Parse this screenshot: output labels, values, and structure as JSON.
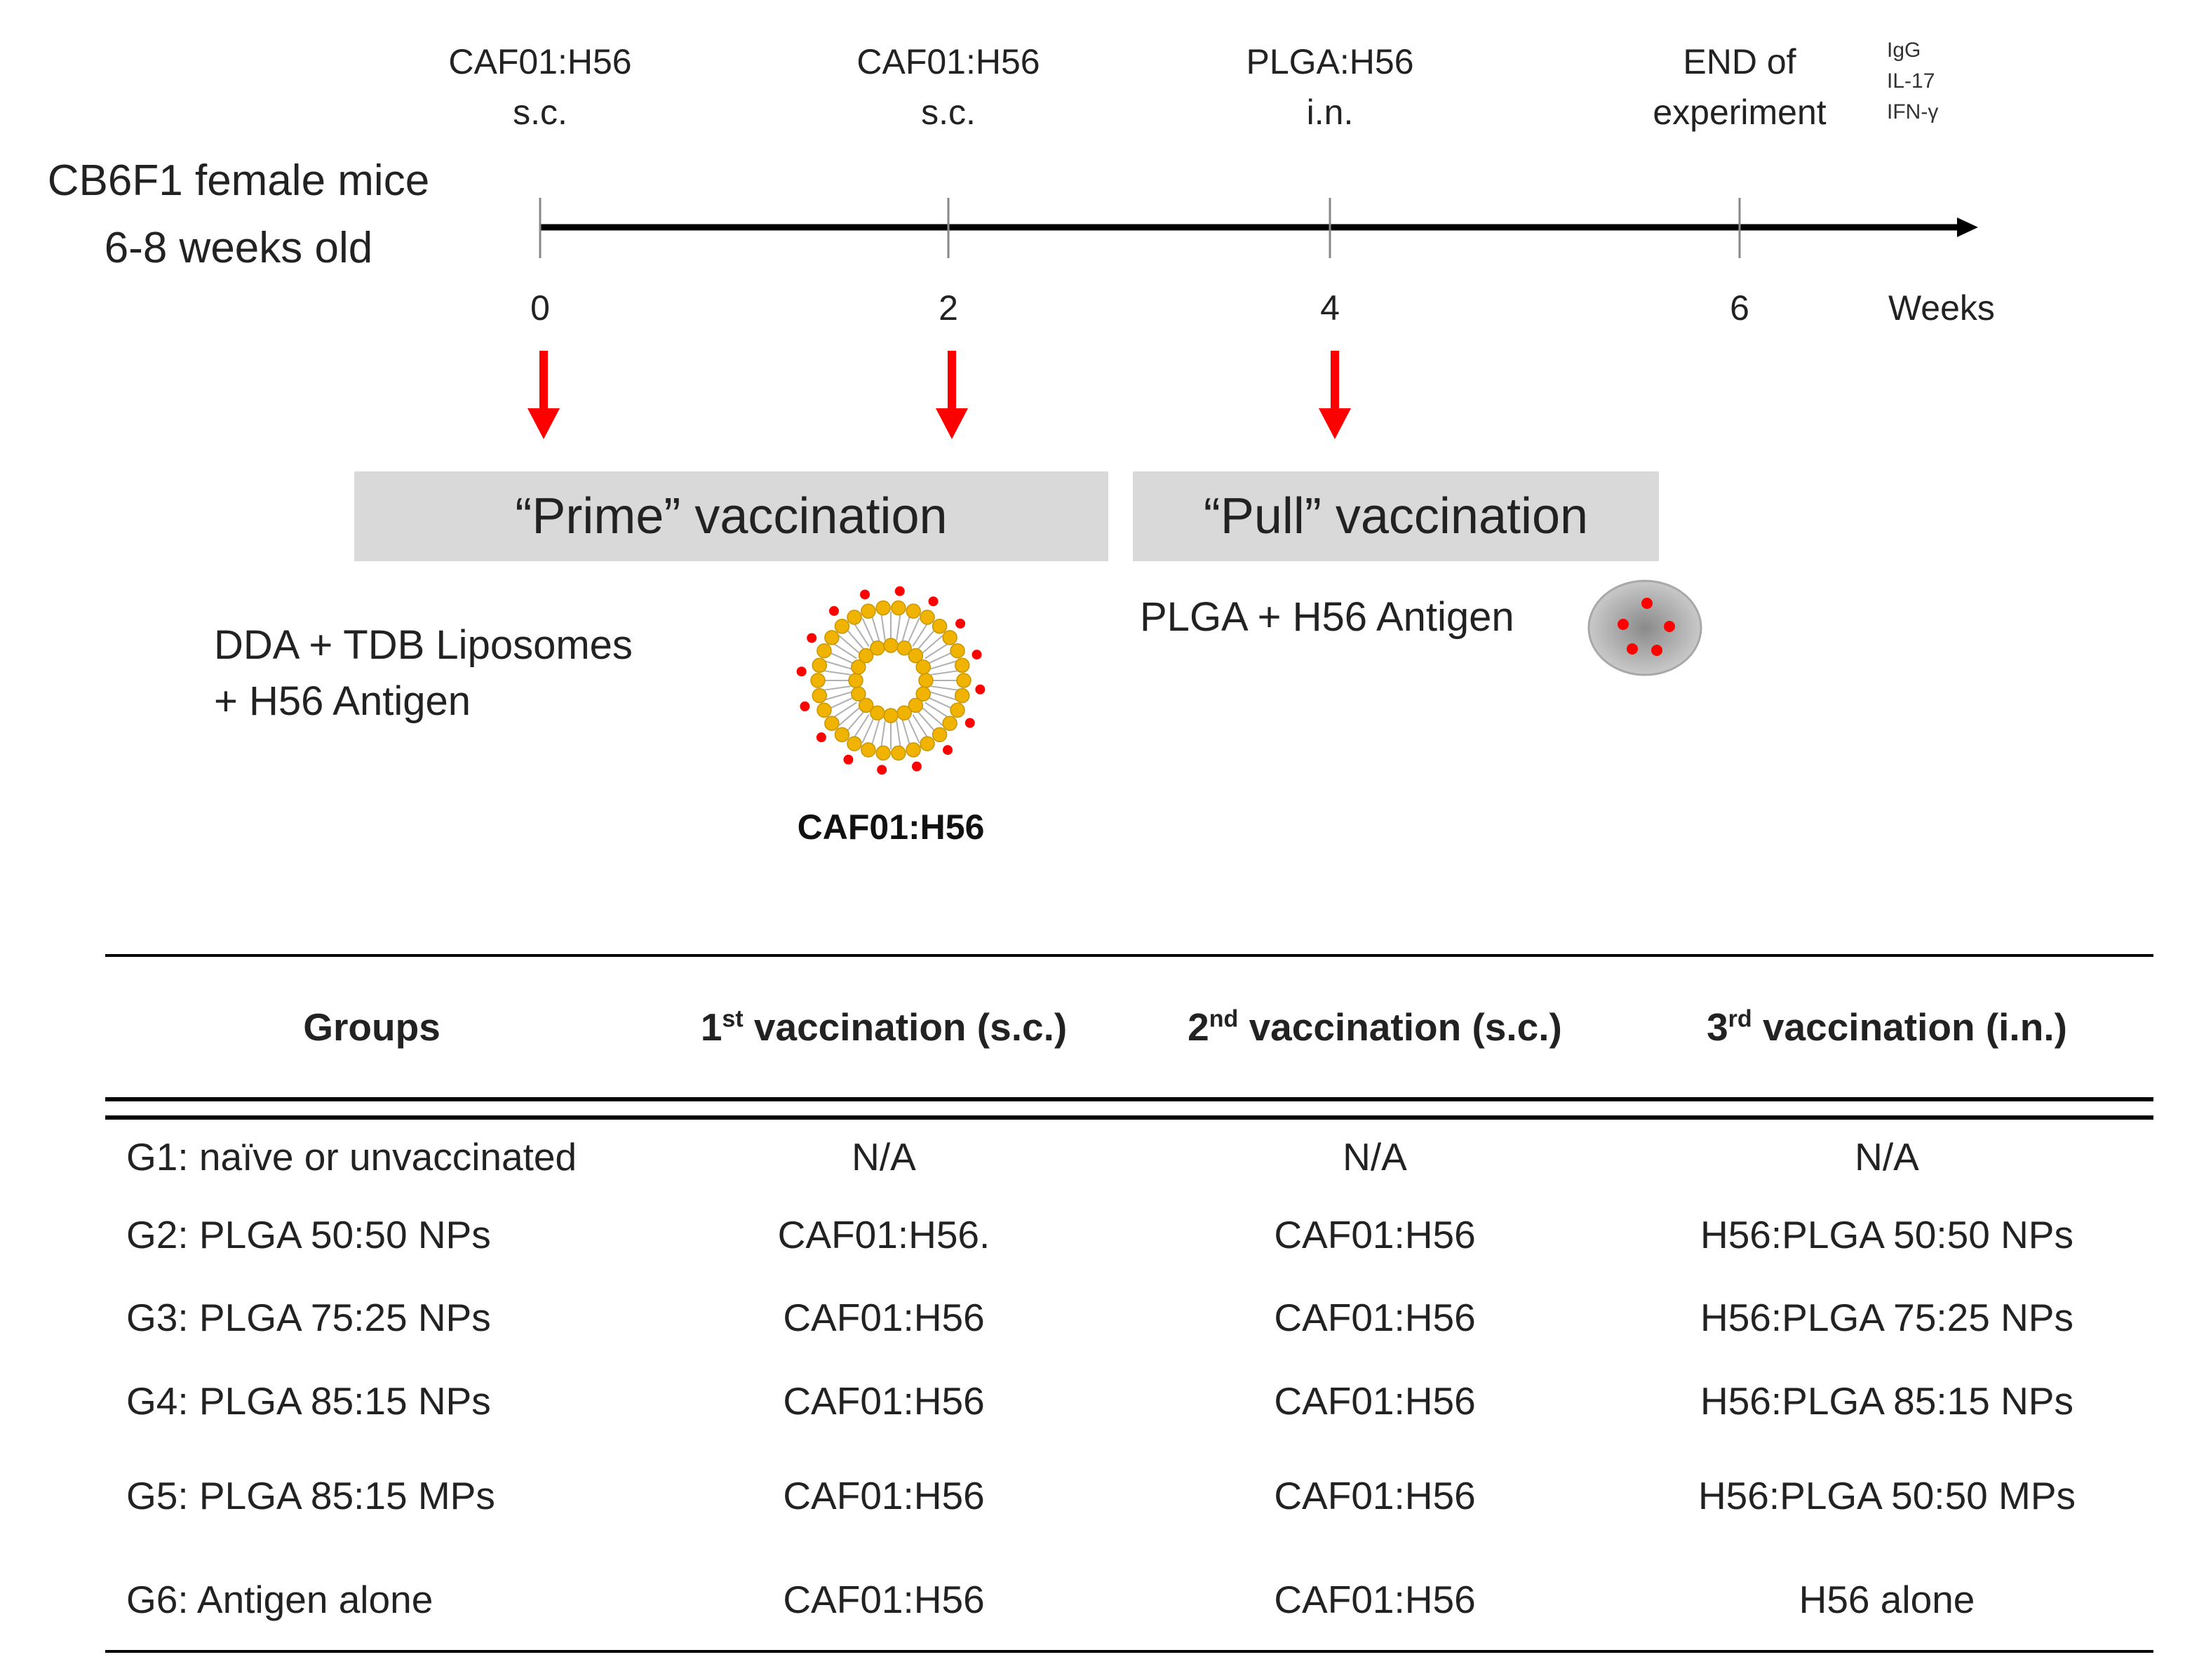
{
  "subject": {
    "line1": "CB6F1 female mice",
    "line2": "6-8 weeks old"
  },
  "timeline": {
    "unit": "Weeks",
    "events": [
      {
        "week": "0",
        "line1": "CAF01:H56",
        "line2": "s.c.",
        "arrow": true
      },
      {
        "week": "2",
        "line1": "CAF01:H56",
        "line2": "s.c.",
        "arrow": true
      },
      {
        "week": "4",
        "line1": "PLGA:H56",
        "line2": "i.n.",
        "arrow": true
      },
      {
        "week": "6",
        "line1": "END of",
        "line2": "experiment",
        "arrow": false
      }
    ],
    "readouts": [
      "IgG",
      "IL-17",
      "IFN-γ"
    ]
  },
  "phases": {
    "prime": "“Prime” vaccination",
    "pull": "“Pull” vaccination"
  },
  "prime_formulation": {
    "line1": "DDA + TDB Liposomes",
    "line2": "+ H56 Antigen",
    "caption": "CAF01:H56"
  },
  "pull_formulation": {
    "label": "PLGA + H56 Antigen"
  },
  "table": {
    "headers": [
      {
        "main": "Groups",
        "sup": "",
        "rest": ""
      },
      {
        "main": "1",
        "sup": "st",
        "rest": " vaccination (s.c.)"
      },
      {
        "main": "2",
        "sup": "nd",
        "rest": " vaccination (s.c.)"
      },
      {
        "main": "3",
        "sup": "rd",
        "rest": " vaccination (i.n.)"
      }
    ],
    "rows": [
      [
        "G1: naïve or unvaccinated",
        "N/A",
        "N/A",
        "N/A"
      ],
      [
        "G2: PLGA 50:50 NPs",
        "CAF01:H56.",
        "CAF01:H56",
        "H56:PLGA 50:50 NPs"
      ],
      [
        "G3: PLGA 75:25 NPs",
        "CAF01:H56",
        "CAF01:H56",
        "H56:PLGA 75:25 NPs"
      ],
      [
        "G4: PLGA 85:15 NPs",
        "CAF01:H56",
        "CAF01:H56",
        "H56:PLGA 85:15 NPs"
      ],
      [
        "G5: PLGA 85:15 MPs",
        "CAF01:H56",
        "CAF01:H56",
        "H56:PLGA 50:50 MPs"
      ],
      [
        "G6: Antigen alone",
        "CAF01:H56",
        "CAF01:H56",
        "H56 alone"
      ]
    ]
  },
  "colors": {
    "arrow": "#ff0000",
    "phase_box": "#d9d9d9",
    "lipid_head": "#f0b400",
    "antigen": "#ff0000",
    "particle": "#b5b5b5"
  }
}
